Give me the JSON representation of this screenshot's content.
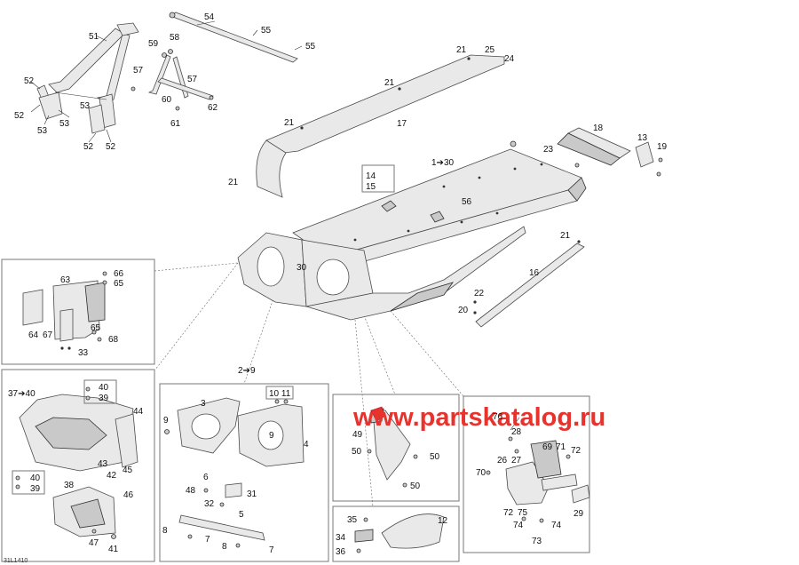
{
  "callouts": {
    "c51": "51",
    "c54": "54",
    "c55a": "55",
    "c55b": "55",
    "c59": "59",
    "c58": "58",
    "c57a": "57",
    "c57b": "57",
    "c60": "60",
    "c61": "61",
    "c62": "62",
    "c52a": "52",
    "c52b": "52",
    "c52c": "52",
    "c52d": "52",
    "c53a": "53",
    "c53b": "53",
    "c53c": "53",
    "c21a": "21",
    "c21b": "21",
    "c21c": "21",
    "c21d": "21",
    "c21e": "21",
    "c25": "25",
    "c24": "24",
    "c17": "17",
    "c18": "18",
    "c13": "13",
    "c19": "19",
    "c23": "23",
    "c130": "1➔30",
    "c14": "14",
    "c15": "15",
    "c56": "56",
    "c30": "30",
    "c16": "16",
    "c22": "22",
    "c20": "20",
    "c63": "63",
    "c66": "66",
    "c65a": "65",
    "c65b": "65",
    "c64": "64",
    "c67": "67",
    "c68": "68",
    "c33": "33",
    "c3740": "37➔40",
    "c40a": "40",
    "c39a": "39",
    "c44": "44",
    "c43": "43",
    "c45": "45",
    "c42": "42",
    "c40b": "40",
    "c39b": "39",
    "c38": "38",
    "c46": "46",
    "c47": "47",
    "c41": "41",
    "c29": "2➔9",
    "c3": "3",
    "c1011": "10 11",
    "c9a": "9",
    "c9b": "9",
    "c4": "4",
    "c6": "6",
    "c48": "48",
    "c31": "31",
    "c32": "32",
    "c5": "5",
    "c8a": "8",
    "c7a": "7",
    "c8b": "8",
    "c7b": "7",
    "c49": "49",
    "c50a": "50",
    "c50b": "50",
    "c50c": "50",
    "c35": "35",
    "c12": "12",
    "c34": "34",
    "c36": "36",
    "c76": "76",
    "c28": "28",
    "c26": "26",
    "c27": "27",
    "c69": "69",
    "c71": "71",
    "c72a": "72",
    "c72b": "72",
    "c70": "70",
    "c75": "75",
    "c29b": "29",
    "c74a": "74",
    "c74b": "74",
    "c73": "73"
  },
  "watermark": "www.partskatalog.ru",
  "figure_code": "31L1410",
  "colors": {
    "watermark": "#e8322d",
    "highlight": "#e8322d"
  }
}
